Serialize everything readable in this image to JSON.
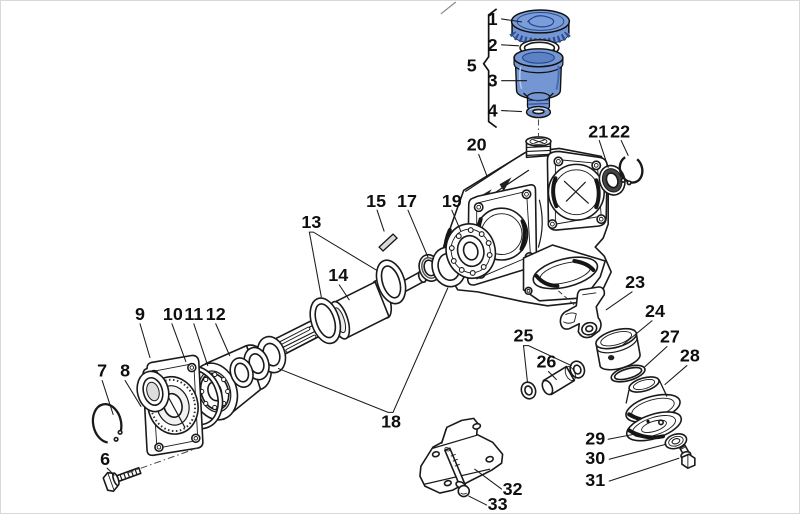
{
  "colors": {
    "highlight_blue": "#7496d2",
    "highlight_blue_light": "#7b9dd9",
    "line": "#1a1a1a",
    "background": "#ffffff"
  },
  "callouts": [
    {
      "num": "1"
    },
    {
      "num": "2"
    },
    {
      "num": "3"
    },
    {
      "num": "4"
    },
    {
      "num": "5"
    },
    {
      "num": "6"
    },
    {
      "num": "7"
    },
    {
      "num": "8"
    },
    {
      "num": "9"
    },
    {
      "num": "10"
    },
    {
      "num": "11"
    },
    {
      "num": "12"
    },
    {
      "num": "13"
    },
    {
      "num": "14"
    },
    {
      "num": "15"
    },
    {
      "num": "17"
    },
    {
      "num": "18"
    },
    {
      "num": "19"
    },
    {
      "num": "20"
    },
    {
      "num": "21"
    },
    {
      "num": "22"
    },
    {
      "num": "23"
    },
    {
      "num": "24"
    },
    {
      "num": "25"
    },
    {
      "num": "26"
    },
    {
      "num": "27"
    },
    {
      "num": "28"
    },
    {
      "num": "29"
    },
    {
      "num": "30"
    },
    {
      "num": "31"
    },
    {
      "num": "32"
    },
    {
      "num": "33"
    }
  ]
}
